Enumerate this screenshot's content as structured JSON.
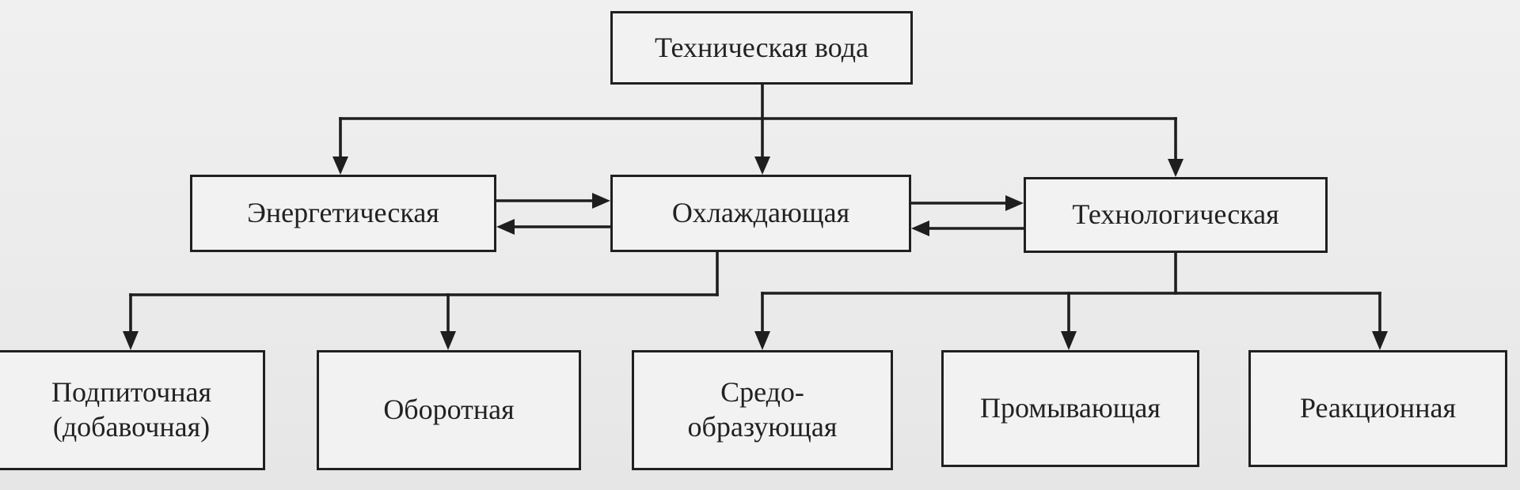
{
  "diagram": {
    "root": {
      "label": "Техническая вода"
    },
    "level2": {
      "energy": {
        "label": "Энергетическая"
      },
      "cooling": {
        "label": "Охлаждающая"
      },
      "technological": {
        "label": "Технологическая"
      }
    },
    "level3": {
      "makeup": {
        "label": "Подпиточная\n(добавочная)"
      },
      "circulating": {
        "label": "Оборотная"
      },
      "medium": {
        "label": "Средо-\nобразующая"
      },
      "washing": {
        "label": "Промывающая"
      },
      "reaction": {
        "label": "Реакционная"
      }
    },
    "relations": [
      {
        "from": "root",
        "to": "energy"
      },
      {
        "from": "root",
        "to": "cooling"
      },
      {
        "from": "root",
        "to": "technological"
      },
      {
        "from": "energy",
        "to": "cooling"
      },
      {
        "from": "cooling",
        "to": "energy"
      },
      {
        "from": "cooling",
        "to": "technological"
      },
      {
        "from": "technological",
        "to": "cooling"
      },
      {
        "from": "cooling",
        "to": "makeup"
      },
      {
        "from": "cooling",
        "to": "circulating"
      },
      {
        "from": "technological",
        "to": "medium"
      },
      {
        "from": "technological",
        "to": "washing"
      },
      {
        "from": "technological",
        "to": "reaction"
      }
    ],
    "colors": {
      "line": "#1e1e1e",
      "box_border": "#202020",
      "text": "#222222",
      "background": "#ececec"
    }
  }
}
